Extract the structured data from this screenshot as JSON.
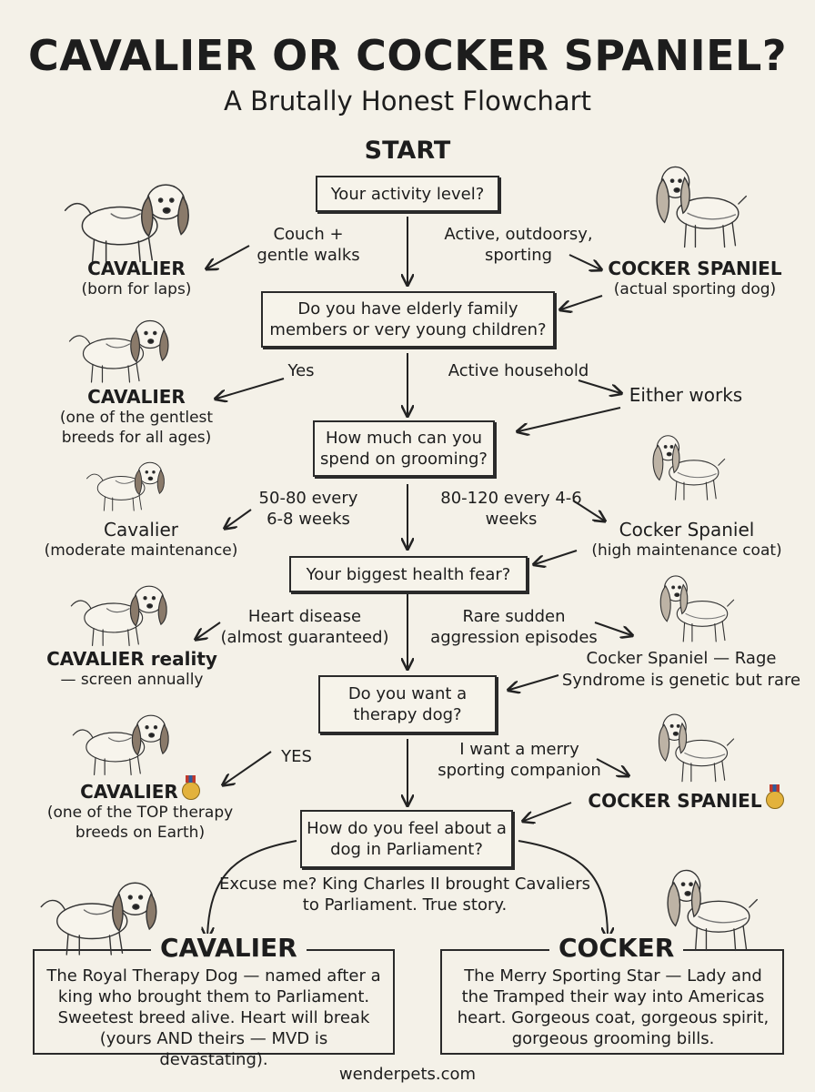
{
  "title": "CAVALIER OR COCKER SPANIEL?",
  "subtitle": "A Brutally Honest Flowchart",
  "start": "START",
  "questions": [
    {
      "text": "Your activity level?"
    },
    {
      "text": "Do you have elderly family members or very young children?"
    },
    {
      "text": "How much can you spend on grooming?"
    },
    {
      "text": "Your biggest health fear?"
    },
    {
      "text": "Do you want a therapy dog?"
    },
    {
      "text": "How do you feel about a dog in Parliament?"
    }
  ],
  "branches": {
    "q1_left": "Couch + gentle walks",
    "q1_right": "Active, outdoorsy, sporting",
    "q2_left": "Yes",
    "q2_right": "Active household",
    "q3_left": "50-80 every 6-8 weeks",
    "q3_right": "80-120 every 4-6 weeks",
    "q4_left": "Heart disease (almost guaranteed)",
    "q4_right": "Rare sudden aggression episodes",
    "q5_left": "YES",
    "q5_right": "I want a merry sporting companion",
    "q6_note": "Excuse me? King Charles II brought Cavaliers to Parliament. True story."
  },
  "results": {
    "r1_left_name": "CAVALIER",
    "r1_left_desc": "(born for laps)",
    "r1_right_name": "COCKER SPANIEL",
    "r1_right_desc": "(actual sporting dog)",
    "r2_left_name": "CAVALIER",
    "r2_left_desc": "(one of the gentlest breeds for all ages)",
    "r2_right_name": "Either works",
    "r3_left_name": "Cavalier",
    "r3_left_desc": "(moderate maintenance)",
    "r3_right_name": "Cocker Spaniel",
    "r3_right_desc": "(high maintenance coat)",
    "r4_left_name": "CAVALIER reality",
    "r4_left_desc": "— screen annually",
    "r4_right_name": "Cocker Spaniel — Rage Syndrome is genetic but rare",
    "r5_left_name": "CAVALIER",
    "r5_left_desc": "(one of the TOP therapy breeds on Earth)",
    "r5_right_name": "COCKER SPANIEL"
  },
  "finals": {
    "left_title": "CAVALIER",
    "left_desc": "The Royal Therapy Dog — named after a king who brought them to Parliament. Sweetest breed alive. Heart will break (yours AND theirs — MVD is devastating).",
    "right_title": "COCKER",
    "right_desc": "The Merry Sporting Star — Lady and the Tramped their way into Americas heart. Gorgeous coat, gorgeous spirit, gorgeous grooming bills."
  },
  "icons": [
    "cavalier-dog-icon",
    "cocker-spaniel-dog-icon",
    "medal-icon"
  ],
  "footer": "wenderpets.com"
}
